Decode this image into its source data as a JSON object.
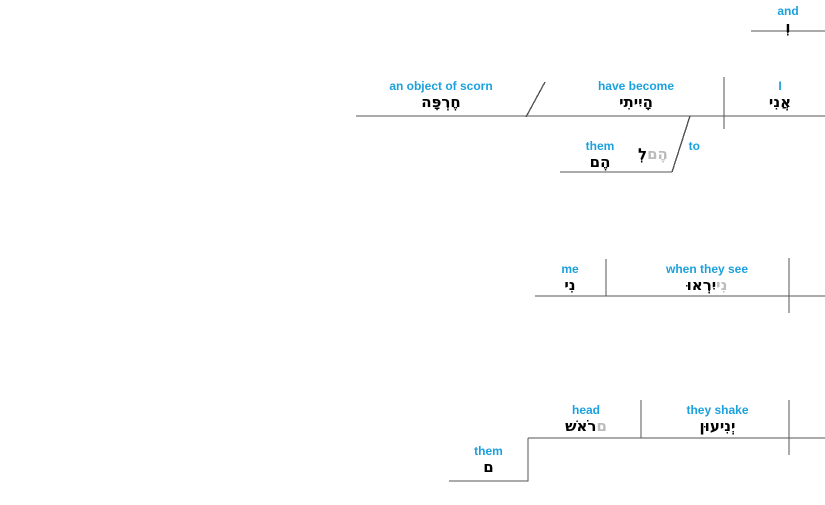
{
  "diagram": {
    "type": "hebrew-syntax-tree",
    "accent_color": "#1ba1de",
    "line_color": "#555555",
    "text_color": "#000000",
    "ghost_color": "#bcbcbc",
    "background": "#ffffff"
  },
  "conjunction": {
    "gloss": "and",
    "hebrew": "וְ"
  },
  "clause1": {
    "complement": {
      "gloss": "an object of scorn",
      "hebrew": "חֶרְפָּה"
    },
    "predicate": {
      "gloss": "have become",
      "hebrew": "הָיִיתִי"
    },
    "subject": {
      "gloss": "I",
      "hebrew": "אֲנִי"
    },
    "prepositional_phrase": {
      "object": {
        "gloss": "them",
        "hebrew": "הֶם"
      },
      "preposition": {
        "gloss": "to",
        "hebrew_visible": "לְ",
        "hebrew_ghost": "הֶם"
      }
    }
  },
  "clause2": {
    "object": {
      "gloss": "me",
      "hebrew": "נִי"
    },
    "predicate": {
      "gloss": "when they see",
      "hebrew_visible": "יִרְאוּ",
      "hebrew_ghost": "נִי"
    }
  },
  "clause3": {
    "object": {
      "gloss": "head",
      "hebrew_visible": "רֹאשׁ",
      "hebrew_ghost": "ם"
    },
    "predicate": {
      "gloss": "they shake",
      "hebrew": "יְנִיעוּן"
    },
    "suffix": {
      "gloss": "them",
      "hebrew": "ם"
    }
  }
}
